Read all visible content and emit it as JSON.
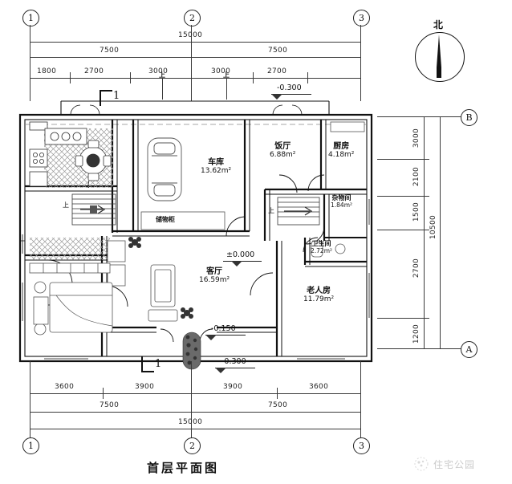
{
  "drawing": {
    "title": "首层平面图",
    "watermark": "住宅公园",
    "north_label": "北",
    "section_marker": "1"
  },
  "grid_lines": {
    "vertical": [
      "1",
      "2",
      "3"
    ],
    "horizontal": [
      "B",
      "A"
    ]
  },
  "dimensions": {
    "top_detail": [
      "1800",
      "2700",
      "3000",
      "3000",
      "2700"
    ],
    "top_mid": [
      "7500",
      "7500"
    ],
    "top_total": "15000",
    "bottom_detail": [
      "3600",
      "3900",
      "3900",
      "3600"
    ],
    "bottom_mid": [
      "7500",
      "7500"
    ],
    "bottom_total": "15000",
    "right_detail": [
      "3000",
      "2100",
      "1500",
      "2700",
      "1200"
    ],
    "right_total": "10500"
  },
  "rooms": [
    {
      "name": "车库",
      "area": "13.62m²"
    },
    {
      "name": "饭厅",
      "area": "6.88m²"
    },
    {
      "name": "厨房",
      "area": "4.18m²"
    },
    {
      "name": "杂物间",
      "area": "1.84m²"
    },
    {
      "name": "卫生间",
      "area": "2.72m²"
    },
    {
      "name": "客厅",
      "area": "16.59m²"
    },
    {
      "name": "老人房",
      "area": "11.79m²"
    }
  ],
  "labels": {
    "storage_cabinet": "储物柜",
    "stair_up_left": "上",
    "stair_up_right": "上"
  },
  "elevations": {
    "entry_top": "-0.300",
    "living": "±0.000",
    "porch": "-0.150",
    "yard": "-0.300"
  },
  "colors": {
    "wall": "#111111",
    "thin_line": "#3a3a3a",
    "hatch": "#9a9a9a",
    "background": "#ffffff"
  }
}
